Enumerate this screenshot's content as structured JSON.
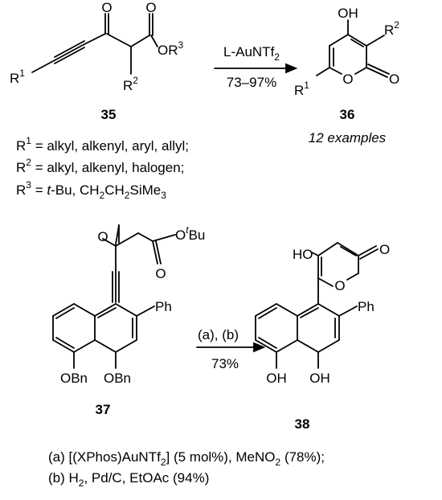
{
  "reaction1": {
    "reagent": "L-AuNTf",
    "reagent_sub": "2",
    "yield": "73–97%",
    "sm_label": "35",
    "product_label": "36",
    "examples": "12 examples",
    "sm_atoms": {
      "ketone_O": "O",
      "ester_O": "O",
      "ester_OR": "OR",
      "ester_OR_sup": "3",
      "R1": "R",
      "R1_sup": "1",
      "R2": "R",
      "R2_sup": "2"
    },
    "product_atoms": {
      "OH": "OH",
      "R2": "R",
      "R2_sup": "2",
      "R1": "R",
      "R1_sup": "1",
      "ring_O": "O",
      "carbonyl_O": "O"
    },
    "substituents": [
      {
        "label": "R",
        "sup": "1",
        "text": " = alkyl, alkenyl, aryl, allyl;"
      },
      {
        "label": "R",
        "sup": "2",
        "text": " = alkyl, alkenyl, halogen;"
      }
    ],
    "r3": {
      "label": "R",
      "sup": "3",
      "eq": " = ",
      "tbu_t": "t",
      "tbu_rest": "-Bu, CH",
      "s1": "2",
      "mid": "CH",
      "s2": "2",
      "tail": "SiMe",
      "s3": "3"
    }
  },
  "reaction2": {
    "conditions": "(a), (b)",
    "yield": "73%",
    "sm_label": "37",
    "product_label": "38",
    "sm_atoms": {
      "ketone_O": "O",
      "ester_O": "O",
      "OtBu_O": "O",
      "OtBu_t": "t",
      "OtBu_Bu": "Bu",
      "Ph": "Ph",
      "OBn1": "OBn",
      "OBn2": "OBn"
    },
    "product_atoms": {
      "HO": "HO",
      "carbonyl_O": "O",
      "ring_O": "O",
      "Ph": "Ph",
      "OH1": "OH",
      "OH2": "OH"
    },
    "footnote_a_pre": "(a) [(XPhos)AuNTf",
    "footnote_a_sub": "2",
    "footnote_a_mid": "] (5 mol%), MeNO",
    "footnote_a_sub2": "2",
    "footnote_a_post": " (78%);",
    "footnote_b": "(b) H",
    "footnote_b_sub": "2",
    "footnote_b_post": ", Pd/C, EtOAc (94%)"
  }
}
